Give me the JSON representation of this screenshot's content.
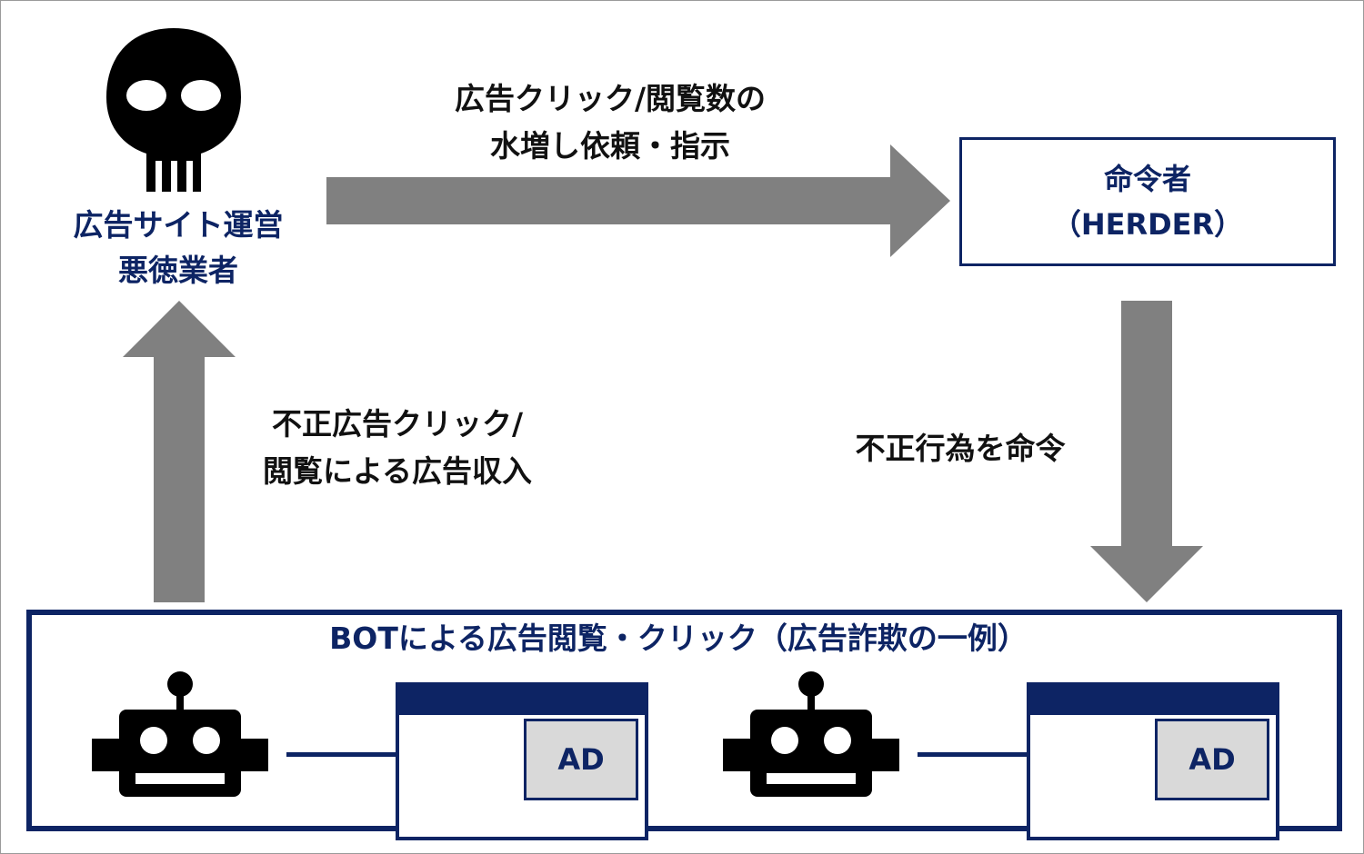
{
  "operator": {
    "line1": "広告サイト運営",
    "line2": "悪徳業者"
  },
  "instruction_arrow": {
    "line1": "広告クリック/閲覧数の",
    "line2": "水増し依頼・指示"
  },
  "herder": {
    "line1": "命令者",
    "line2": "（HERDER）"
  },
  "order_arrow": {
    "label": "不正行為を命令"
  },
  "revenue_arrow": {
    "line1": "不正広告クリック/",
    "line2": "閲覧による広告収入"
  },
  "bot_panel": {
    "title": "BOTによる広告閲覧・クリック（広告詐欺の一例）",
    "ad_label_1": "AD",
    "ad_label_2": "AD"
  },
  "colors": {
    "navy": "#0d2464",
    "arrow_gray": "#808080",
    "ad_fill": "#d9d9d9",
    "icon_black": "#000000"
  },
  "icons": {
    "operator": "skull-icon",
    "bot": "robot-icon",
    "browser": "browser-window-icon"
  }
}
